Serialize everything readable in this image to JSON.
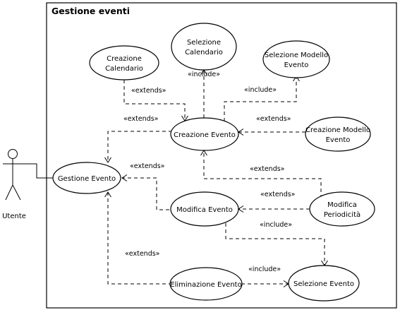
{
  "system": {
    "title": "Gestione eventi"
  },
  "actor": {
    "name": "Utente"
  },
  "use_cases": {
    "creazione_calendario": [
      "Creazione",
      "Calendario"
    ],
    "selezione_calendario": [
      "Selezione",
      "Calendario"
    ],
    "selezione_modello_evento": [
      "Selezione Modello",
      "Evento"
    ],
    "creazione_evento": [
      "Creazione Evento"
    ],
    "creazione_modello_evento": [
      "Creazione Modello",
      "Evento"
    ],
    "gestione_evento": [
      "Gestione Evento"
    ],
    "modifica_evento": [
      "Modifica Evento"
    ],
    "modifica_periodicita": [
      "Modifica",
      "Periodicità"
    ],
    "eliminazione_evento": [
      "Eliminazione Evento"
    ],
    "selezione_evento": [
      "Selezione Evento"
    ]
  },
  "relations": {
    "calendario_to_creazione": "«extends»",
    "creazione_to_selcal": "«include»",
    "creazione_to_selmodello": "«include»",
    "creazione_to_gestione": "«extends»",
    "modello_to_creazione": "«extends»",
    "modifica_to_gestione": "«extends»",
    "periodicita_to_creazione": "«extends»",
    "periodicita_to_modifica": "«extends»",
    "modifica_to_selevento": "«include»",
    "eliminazione_to_gestione": "«extends»",
    "eliminazione_to_selevento": "«include»"
  }
}
